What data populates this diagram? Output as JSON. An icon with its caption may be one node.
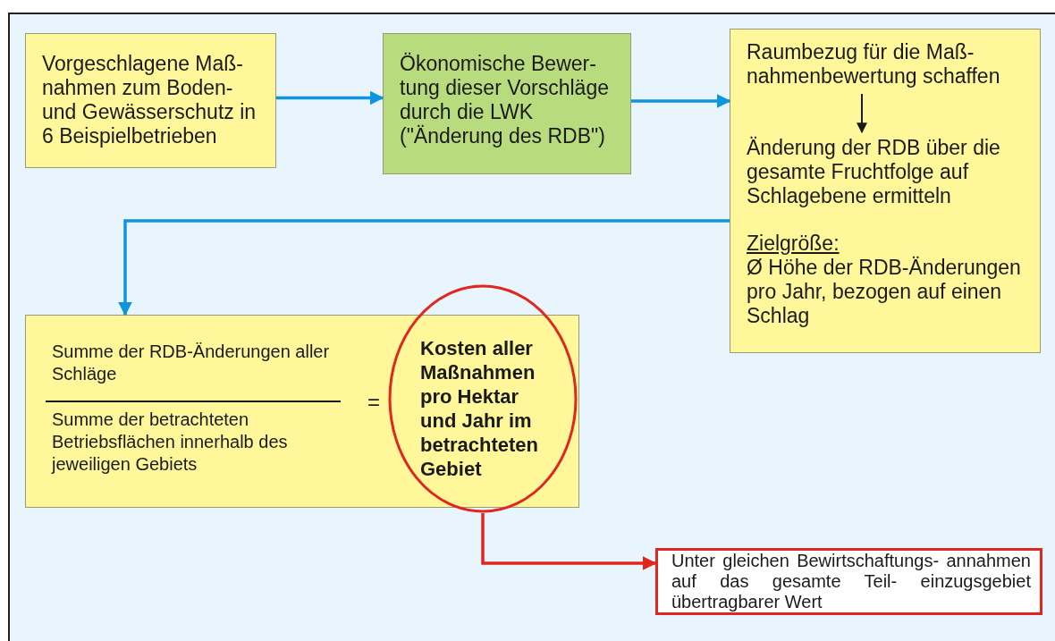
{
  "diagram": {
    "nodes": [
      {
        "text": [
          "Vorgeschlagene Maß- nahmen zum Boden- und Gewässerschutz in 6 Beispielbetrieben"
        ]
      },
      {
        "text": [
          "Ökonomische Bewer- tung dieser Vorschläge durch die LWK (\"Änderung des RDB\")"
        ]
      },
      {
        "text": [
          "Zielgröße:",
          "Ø Höhe der RDB-Änderungen pro Jahr, bezogen auf einen Schlag"
        ]
      },
      {
        "text": [
          "Raumbezug für die Maß- nahmenbewertung schaffen"
        ],
        "in": 2
      },
      {
        "text": [
          "Änderung der RDB über die gesamte Fruchtfolge auf Schlagebene ermitteln"
        ],
        "in": 2
      },
      {
        "text": [
          "Summe der RDB-Änderungen aller Schläge",
          "Summe der betrachteten Betriebsflächen innerhalb des jeweiligen Gebiets",
          "="
        ]
      },
      {
        "text": [
          "Kosten aller Maßnahmen pro Hektar und Jahr im betrachteten Gebiet"
        ]
      },
      {
        "text": [
          "Unter gleichen Bewirtschaftungs- annahmen auf das gesamte Teil- einzugsgebiet übertragbarer Wert"
        ]
      }
    ],
    "edges": [
      {
        "from": 0,
        "to": 1,
        "arrow": "to"
      },
      {
        "from": 1,
        "to": 2,
        "arrow": "to"
      },
      {
        "from": 3,
        "to": 4,
        "arrow": "to",
        "color": "#1a1a1a"
      },
      {
        "from": 2,
        "to": 5,
        "arrow": "to"
      },
      {
        "from": 6,
        "to": 7,
        "arrow": "to",
        "color": "#e0261e"
      }
    ]
  }
}
